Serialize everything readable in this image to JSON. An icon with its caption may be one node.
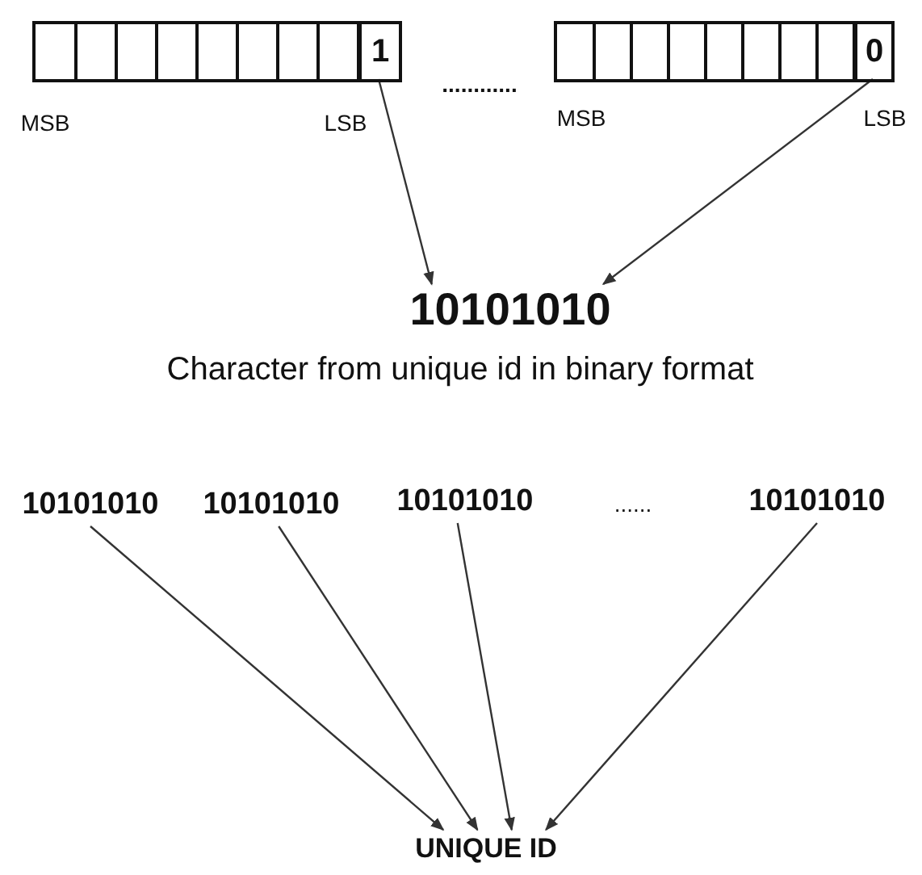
{
  "diagram": {
    "nodes": [
      {
        "text": [],
        "shape": "bar"
      },
      {
        "text": [
          "1"
        ],
        "in": 0
      },
      {
        "text": [],
        "shape": "bar"
      },
      {
        "text": [
          "0"
        ],
        "in": 2
      },
      {
        "text": [
          "10101010"
        ],
        "beside": [
          "Character from unique id in binary format"
        ]
      },
      {
        "text": [
          "10101010"
        ]
      },
      {
        "text": [
          "10101010"
        ]
      },
      {
        "text": [
          "10101010"
        ]
      },
      {
        "text": [
          "10101010"
        ]
      },
      {
        "text": [
          "UNIQUE ID"
        ]
      }
    ],
    "edges": [
      {
        "from": 1,
        "to": 4,
        "arrow": "to"
      },
      {
        "from": 3,
        "to": 4,
        "arrow": "to"
      },
      {
        "from": 5,
        "to": 9,
        "arrow": "to"
      },
      {
        "from": 6,
        "to": 9,
        "arrow": "to"
      },
      {
        "from": 7,
        "to": 9,
        "arrow": "to"
      },
      {
        "from": 8,
        "to": 9,
        "arrow": "to"
      }
    ],
    "labels": [
      "............",
      "MSB",
      "LSB",
      "MSB",
      "LSB",
      "......"
    ]
  }
}
